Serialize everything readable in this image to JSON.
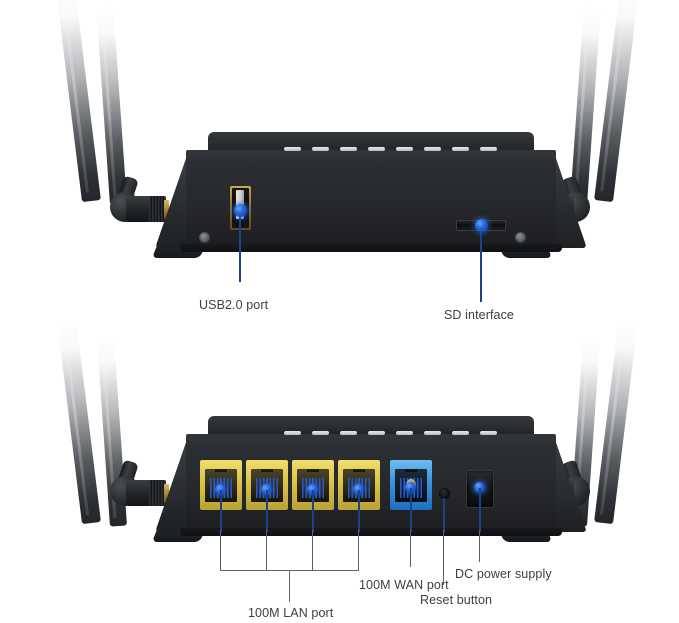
{
  "image": {
    "subject": "wifi-router-product-photo",
    "background_color": "#ffffff",
    "views": [
      {
        "id": "top-view",
        "description": "Front panel view with USB and SD card slot"
      },
      {
        "id": "bottom-view",
        "description": "Rear panel view with LAN, WAN, reset and power ports"
      }
    ]
  },
  "callouts": {
    "usb_port": {
      "label": "USB2.0 port",
      "dot_color": "#1f62d8",
      "line_color": "#1f3f8f"
    },
    "sd_interface": {
      "label": "SD interface",
      "dot_color": "#1f62d8",
      "line_color": "#1f3f8f"
    },
    "lan_port": {
      "label": "100M LAN port",
      "count": 4,
      "port_color": "#dcc64c",
      "dot_color": "#1f62d8"
    },
    "wan_port": {
      "label": "100M WAN port",
      "count": 1,
      "port_color": "#3d96df",
      "dot_color": "#d9b53a"
    },
    "reset_button": {
      "label": "Reset button",
      "dot_color": "#1f62d8"
    },
    "dc_power": {
      "label": "DC power supply",
      "dot_color": "#1f62d8"
    }
  },
  "device": {
    "chassis_color": "#26282b",
    "vent_count": 8,
    "antenna_count_per_view": 4
  },
  "label_text_color": "#3a3f45",
  "leader_line_color": "#5b6270"
}
